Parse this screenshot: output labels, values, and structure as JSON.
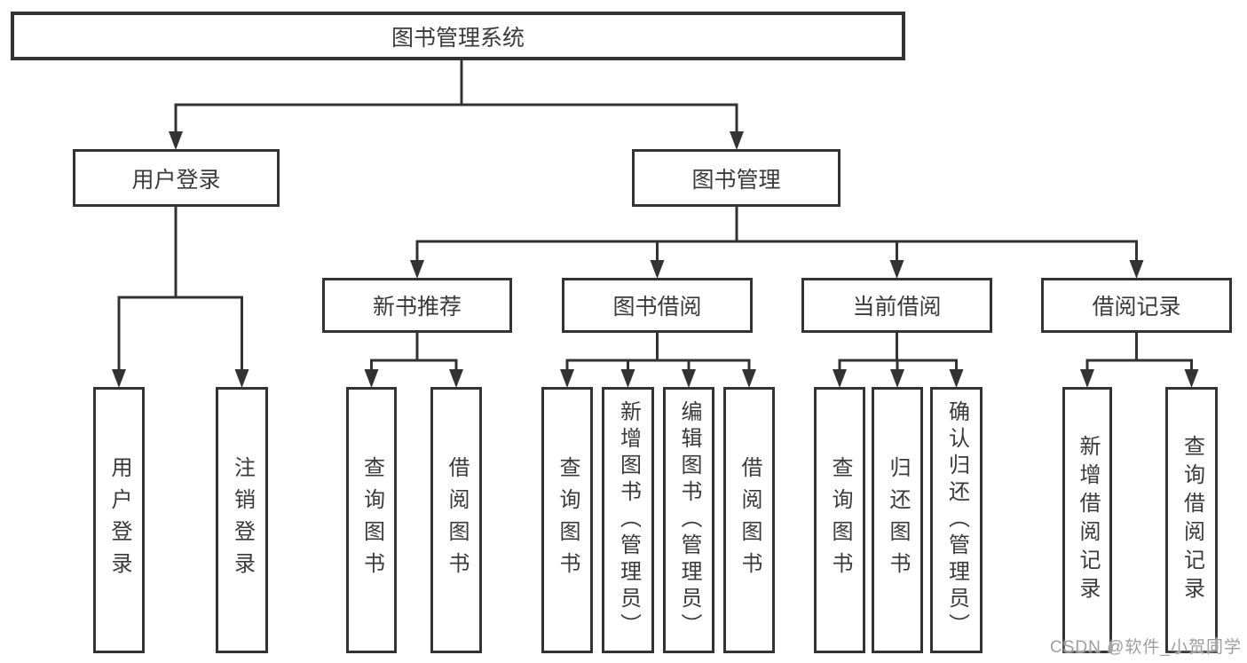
{
  "diagram": {
    "root": {
      "label": "图书管理系统"
    },
    "branches": [
      {
        "label": "用户登录",
        "children": [
          {
            "label": "用户登录"
          },
          {
            "label": "注销登录"
          }
        ]
      },
      {
        "label": "图书管理",
        "children": [
          {
            "label": "新书推荐",
            "children": [
              {
                "label": "查询图书"
              },
              {
                "label": "借阅图书"
              }
            ]
          },
          {
            "label": "图书借阅",
            "children": [
              {
                "label": "查询图书"
              },
              {
                "label": "新增图书（管理员）"
              },
              {
                "label": "编辑图书（管理员）"
              },
              {
                "label": "借阅图书"
              }
            ]
          },
          {
            "label": "当前借阅",
            "children": [
              {
                "label": "查询图书"
              },
              {
                "label": "归还图书"
              },
              {
                "label": "确认归还（管理员）"
              }
            ]
          },
          {
            "label": "借阅记录",
            "children": [
              {
                "label": "新增借阅记录"
              },
              {
                "label": "查询借阅记录"
              }
            ]
          }
        ]
      }
    ]
  },
  "watermark": {
    "text": "CSDN @软件_小贺同学"
  },
  "colors": {
    "line": "#333333",
    "box_border": "#333333",
    "box_background": "#ffffff",
    "text": "#3a3a3a",
    "watermark": "#9e9e9e"
  }
}
